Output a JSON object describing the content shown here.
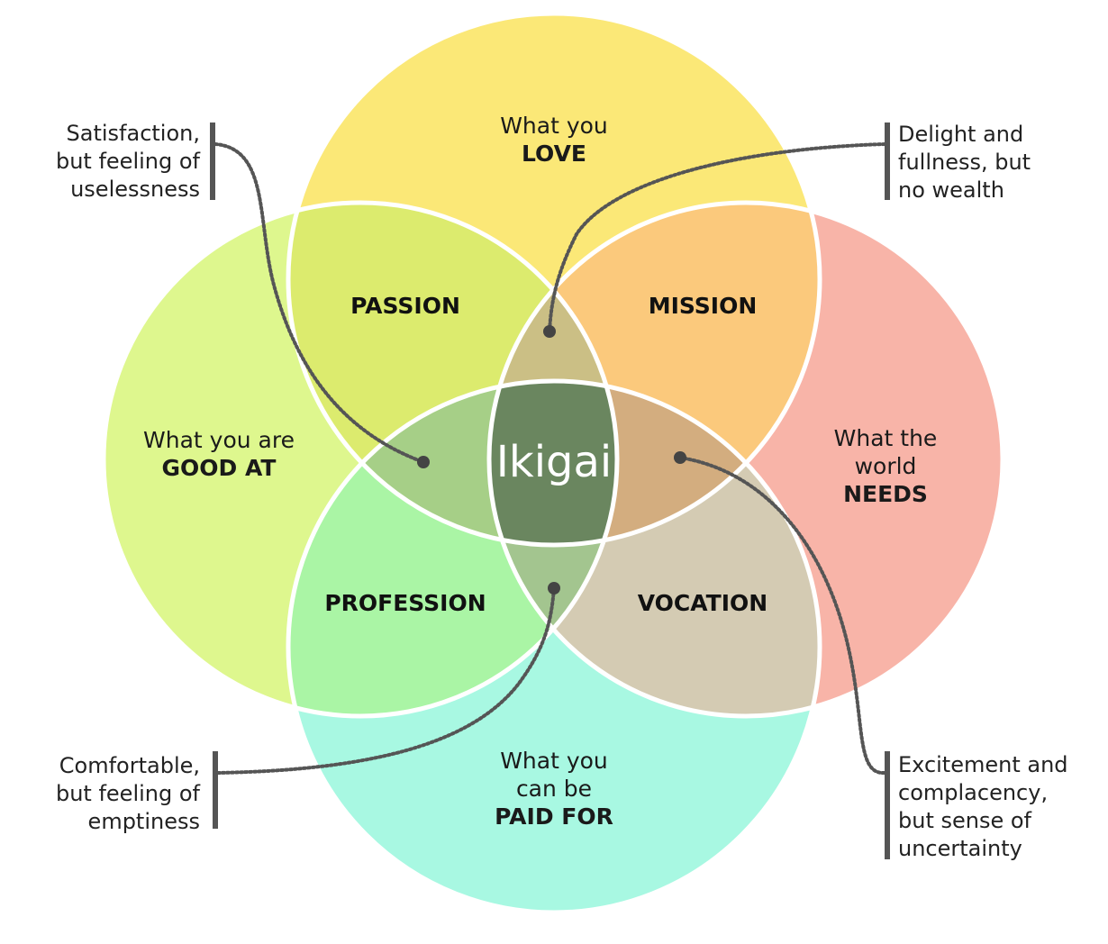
{
  "circles": {
    "love": {
      "line1": "What you",
      "line2": "LOVE"
    },
    "good_at": {
      "line1": "What you are",
      "line2": "GOOD AT"
    },
    "needs": {
      "line1": "What the",
      "line2": "world",
      "line3": "NEEDS"
    },
    "paid": {
      "line1": "What you",
      "line2": "can be",
      "line3": "PAID FOR"
    }
  },
  "zones": {
    "passion": "PASSION",
    "mission": "MISSION",
    "profession": "PROFESSION",
    "vocation": "VOCATION",
    "center": "Ikigai"
  },
  "annotations": {
    "top_left": [
      "Satisfaction,",
      "but feeling of",
      "uselessness"
    ],
    "top_right": [
      "Delight and",
      "fullness, but",
      "no wealth"
    ],
    "bottom_left": [
      "Comfortable,",
      "but feeling of",
      "emptiness"
    ],
    "bottom_right": [
      "Excitement and",
      "complacency,",
      "but sense of",
      "uncertainty"
    ]
  },
  "colors": {
    "love": "#FBE877",
    "good_at": "#DEF78E",
    "needs": "#F8B4A8",
    "paid": "#A8F8E2",
    "passion": "#DCEB6E",
    "mission": "#FBC97C",
    "profession": "#AAF5A5",
    "vocation": "#D4CBB3",
    "upper_lens": "#CBBF85",
    "left_lens": "#A6CF87",
    "right_lens": "#D3AD7F",
    "lower_lens": "#A3C58F",
    "center": "#6A865F",
    "stroke": "#ffffff",
    "dots": "#555555"
  }
}
